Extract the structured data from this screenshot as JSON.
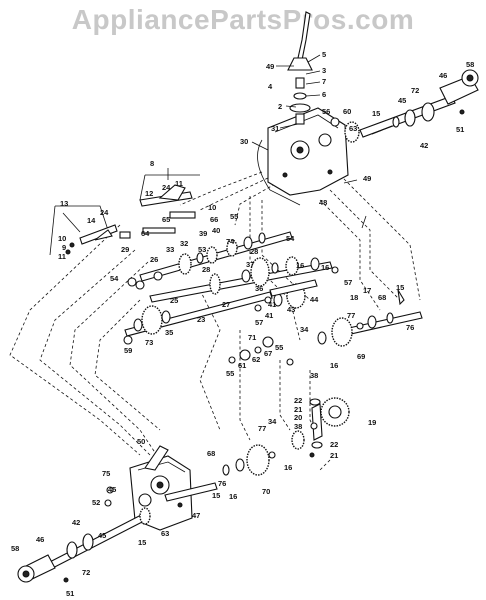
{
  "watermark": "AppliancePartsPros.com",
  "callouts": [
    {
      "id": "c5",
      "text": "5"
    },
    {
      "id": "c49a",
      "text": "49"
    },
    {
      "id": "c3",
      "text": "3"
    },
    {
      "id": "c7",
      "text": "7"
    },
    {
      "id": "c4",
      "text": "4"
    },
    {
      "id": "c6",
      "text": "6"
    },
    {
      "id": "c2",
      "text": "2"
    },
    {
      "id": "c56",
      "text": "56"
    },
    {
      "id": "c60",
      "text": "60"
    },
    {
      "id": "c31",
      "text": "31"
    },
    {
      "id": "c63a",
      "text": "63"
    },
    {
      "id": "c58a",
      "text": "58"
    },
    {
      "id": "c46a",
      "text": "46"
    },
    {
      "id": "c72a",
      "text": "72"
    },
    {
      "id": "c45a",
      "text": "45"
    },
    {
      "id": "c15a",
      "text": "15"
    },
    {
      "id": "c42a",
      "text": "42"
    },
    {
      "id": "c51a",
      "text": "51"
    },
    {
      "id": "c30",
      "text": "30"
    },
    {
      "id": "c8",
      "text": "8"
    },
    {
      "id": "c49b",
      "text": "49"
    },
    {
      "id": "c48",
      "text": "48"
    },
    {
      "id": "c13",
      "text": "13"
    },
    {
      "id": "c12",
      "text": "12"
    },
    {
      "id": "c24a",
      "text": "24"
    },
    {
      "id": "c11a",
      "text": "11"
    },
    {
      "id": "c10a",
      "text": "10"
    },
    {
      "id": "c24b",
      "text": "24"
    },
    {
      "id": "c14",
      "text": "14"
    },
    {
      "id": "c65",
      "text": "65"
    },
    {
      "id": "c66",
      "text": "66"
    },
    {
      "id": "c55a",
      "text": "55"
    },
    {
      "id": "c64",
      "text": "64"
    },
    {
      "id": "c39",
      "text": "39"
    },
    {
      "id": "c40",
      "text": "40"
    },
    {
      "id": "c74",
      "text": "74"
    },
    {
      "id": "c10b",
      "text": "10"
    },
    {
      "id": "c9",
      "text": "9"
    },
    {
      "id": "c11b",
      "text": "11"
    },
    {
      "id": "c29",
      "text": "29"
    },
    {
      "id": "c32",
      "text": "32"
    },
    {
      "id": "c33",
      "text": "33"
    },
    {
      "id": "c53",
      "text": "53"
    },
    {
      "id": "c28a",
      "text": "28"
    },
    {
      "id": "c54a",
      "text": "54"
    },
    {
      "id": "c26",
      "text": "26"
    },
    {
      "id": "c37",
      "text": "37"
    },
    {
      "id": "c16a",
      "text": "16"
    },
    {
      "id": "c54b",
      "text": "54"
    },
    {
      "id": "c25",
      "text": "25"
    },
    {
      "id": "c28b",
      "text": "28"
    },
    {
      "id": "c36",
      "text": "36"
    },
    {
      "id": "c57a",
      "text": "57"
    },
    {
      "id": "c16b",
      "text": "16"
    },
    {
      "id": "c27",
      "text": "27"
    },
    {
      "id": "c41a",
      "text": "41"
    },
    {
      "id": "c44",
      "text": "44"
    },
    {
      "id": "c15b",
      "text": "15"
    },
    {
      "id": "c68a",
      "text": "68"
    },
    {
      "id": "c18",
      "text": "18"
    },
    {
      "id": "c17",
      "text": "17"
    },
    {
      "id": "c76a",
      "text": "76"
    },
    {
      "id": "c43",
      "text": "43"
    },
    {
      "id": "c23",
      "text": "23"
    },
    {
      "id": "c35",
      "text": "35"
    },
    {
      "id": "c57b",
      "text": "57"
    },
    {
      "id": "c41b",
      "text": "41"
    },
    {
      "id": "c34a",
      "text": "34"
    },
    {
      "id": "c77a",
      "text": "77"
    },
    {
      "id": "c71",
      "text": "71"
    },
    {
      "id": "c59",
      "text": "59"
    },
    {
      "id": "c73",
      "text": "73"
    },
    {
      "id": "c62",
      "text": "62"
    },
    {
      "id": "c67",
      "text": "67"
    },
    {
      "id": "c55b",
      "text": "55"
    },
    {
      "id": "c61",
      "text": "61"
    },
    {
      "id": "c55c",
      "text": "55"
    },
    {
      "id": "c16c",
      "text": "16"
    },
    {
      "id": "c69",
      "text": "69"
    },
    {
      "id": "c38a",
      "text": "38"
    },
    {
      "id": "c22a",
      "text": "22"
    },
    {
      "id": "c21a",
      "text": "21"
    },
    {
      "id": "c20",
      "text": "20"
    },
    {
      "id": "c38b",
      "text": "38"
    },
    {
      "id": "c19",
      "text": "19"
    },
    {
      "id": "c34b",
      "text": "34"
    },
    {
      "id": "c77b",
      "text": "77"
    },
    {
      "id": "c22b",
      "text": "22"
    },
    {
      "id": "c21b",
      "text": "21"
    },
    {
      "id": "c50",
      "text": "50"
    },
    {
      "id": "c68b",
      "text": "68"
    },
    {
      "id": "c16d",
      "text": "16"
    },
    {
      "id": "c70",
      "text": "70"
    },
    {
      "id": "c76b",
      "text": "76"
    },
    {
      "id": "c16e",
      "text": "16"
    },
    {
      "id": "c75",
      "text": "75"
    },
    {
      "id": "c45b",
      "text": "45"
    },
    {
      "id": "c52",
      "text": "52"
    },
    {
      "id": "c15c",
      "text": "15"
    },
    {
      "id": "c47",
      "text": "47"
    },
    {
      "id": "c63b",
      "text": "63"
    },
    {
      "id": "c42b",
      "text": "42"
    },
    {
      "id": "c46b",
      "text": "46"
    },
    {
      "id": "c45c",
      "text": "45"
    },
    {
      "id": "c15d",
      "text": "15"
    },
    {
      "id": "c58b",
      "text": "58"
    },
    {
      "id": "c72b",
      "text": "72"
    },
    {
      "id": "c51b",
      "text": "51"
    }
  ]
}
